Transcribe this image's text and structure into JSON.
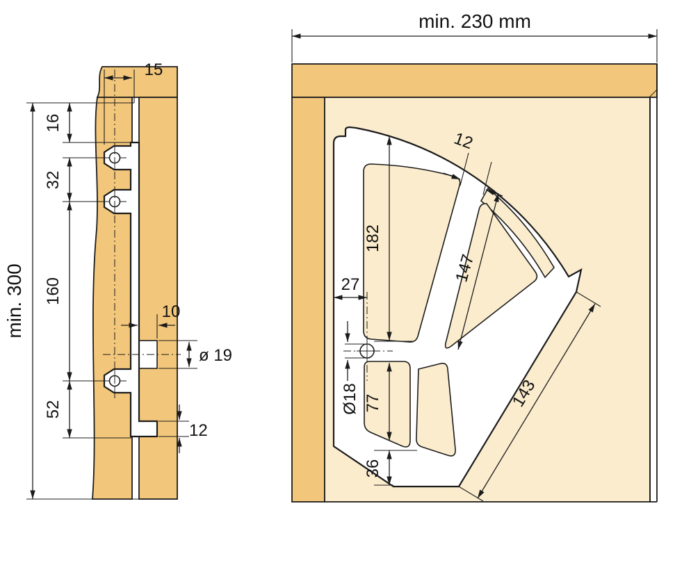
{
  "colors": {
    "wood": "#f3c77b",
    "cream": "#fbeccd",
    "line": "#1b1b1b",
    "bracket": "#ffffff"
  },
  "side_view": {
    "overall_height": "min. 300",
    "top_inset": "15",
    "top_to_profile": "16",
    "screw_spacing": "32",
    "screw_span": "160",
    "bottom_span": "52",
    "hole_depth": "10",
    "hole_diameter": "ø 19",
    "foot_height": "12"
  },
  "front_view": {
    "overall_width": "min. 230 mm",
    "rib_width": "12",
    "upper_span": "182",
    "strut_length": "147",
    "screw_offset": "27",
    "hole_diameter": "Ø18",
    "mid_span": "77",
    "edge_length": "143",
    "bottom_rib": "36"
  }
}
